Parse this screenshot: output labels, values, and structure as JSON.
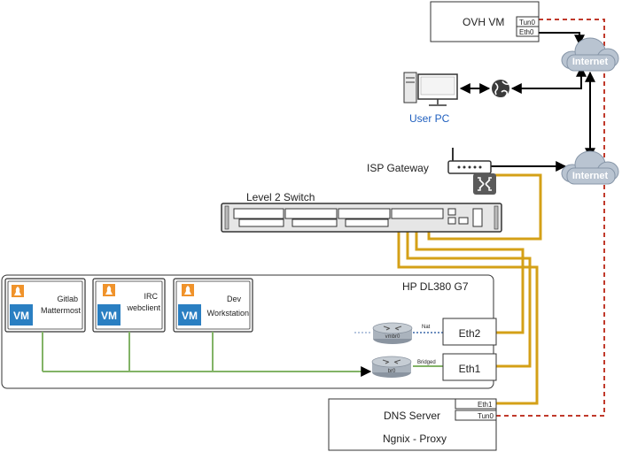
{
  "ovh_vm": {
    "title": "OVH VM",
    "tun0": "Tun0",
    "eth0": "Eth0"
  },
  "internet_top": "Internet",
  "internet_bottom": "Internet",
  "user_pc": "User PC",
  "isp_gateway": "ISP Gateway",
  "level2_switch": "Level 2 Switch",
  "server": {
    "title": "HP DL380 G7",
    "vms": [
      {
        "badge": "VM",
        "line1": "Gitlab",
        "line2": "Mattermost"
      },
      {
        "badge": "VM",
        "line1": "IRC",
        "line2": "webclient"
      },
      {
        "badge": "VM",
        "line1": "Dev",
        "line2": "Workstation"
      }
    ],
    "vmbr0": "vmbr0",
    "br0": "br0",
    "nat": "Nat",
    "bridged": "Bridged",
    "eth2": "Eth2",
    "eth1": "Eth1"
  },
  "dns": {
    "title": "DNS Server",
    "subtitle": "Ngnix - Proxy",
    "eth1": "Eth1",
    "tun0": "Tun0"
  },
  "colors": {
    "ethernet": "#d4a017",
    "vpn": "#c0392b",
    "bridge": "#82b366",
    "nat": "#6c8ebf",
    "cloud": "#b9c4d1",
    "userpc": "#1f5fbf",
    "vm_badge": "#2a7fc2",
    "linux_icon": "#f0932b"
  }
}
